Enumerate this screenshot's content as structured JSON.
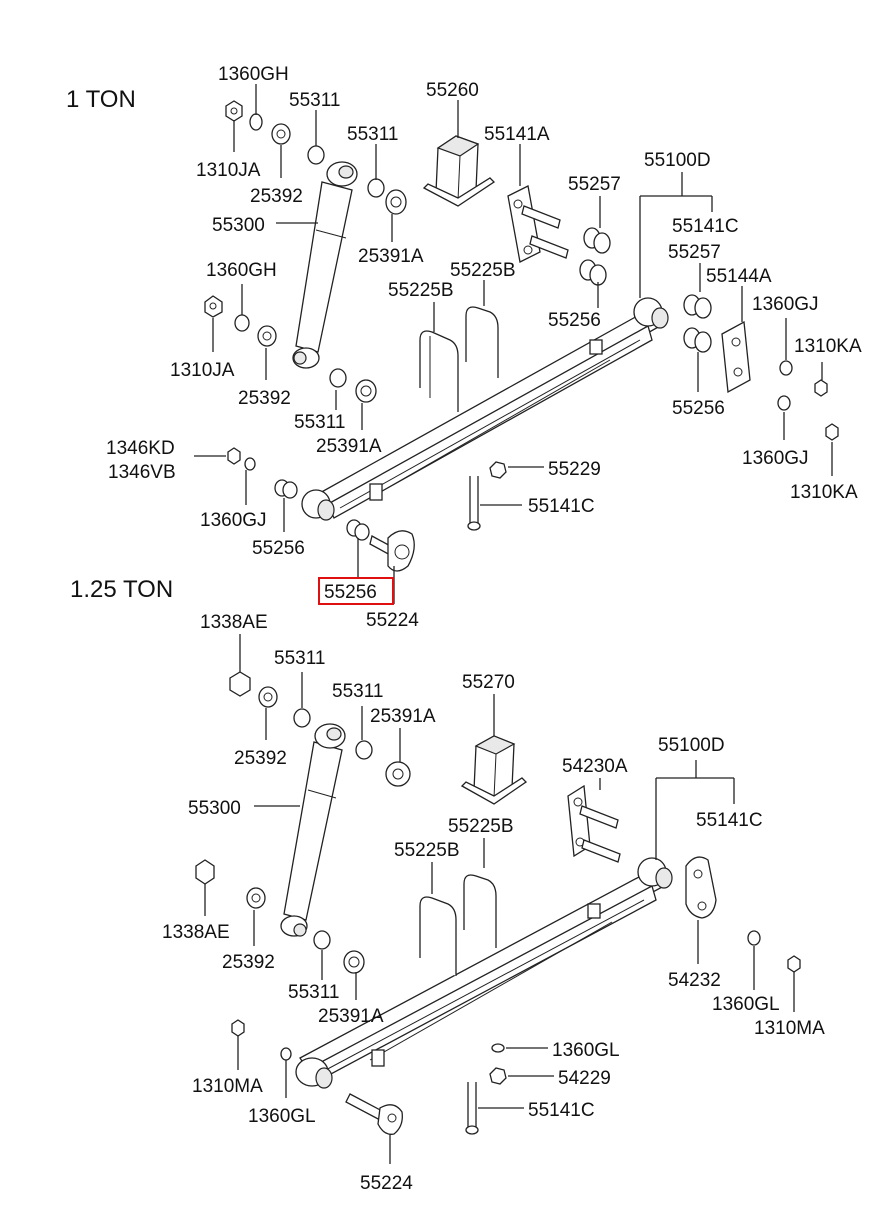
{
  "sections": {
    "top_title": "1 TON",
    "bottom_title": "1.25 TON"
  },
  "highlight_color": "#e01010",
  "highlighted_part": "55256",
  "labels": {
    "t_1360GH_a": "1360GH",
    "t_55311_a": "55311",
    "t_55260": "55260",
    "t_55311_b": "55311",
    "t_55141A": "55141A",
    "t_55100D": "55100D",
    "t_1310JA_a": "1310JA",
    "t_25392_a": "25392",
    "t_55257_a": "55257",
    "t_55300_a": "55300",
    "t_25391A_a": "25391A",
    "t_55141C_a": "55141C",
    "t_55257_b": "55257",
    "t_1360GH_b": "1360GH",
    "t_55225B_a": "55225B",
    "t_55144A": "55144A",
    "t_55225B_b": "55225B",
    "t_1360GJ_a": "1360GJ",
    "t_55256_a": "55256",
    "t_1310KA_a": "1310KA",
    "t_1310JA_b": "1310JA",
    "t_25392_b": "25392",
    "t_55311_c": "55311",
    "t_55256_b": "55256",
    "t_25391A_b": "25391A",
    "t_1346KD": "1346KD",
    "t_1346VB": "1346VB",
    "t_1360GJ_b": "1360GJ",
    "t_55229": "55229",
    "t_1310KA_b": "1310KA",
    "t_1360GJ_c": "1360GJ",
    "t_55141C_b": "55141C",
    "t_55256_c": "55256",
    "t_55256_hl": "55256",
    "t_55224_a": "55224",
    "t_1338AE_a": "1338AE",
    "t_55311_d": "55311",
    "t_55311_e": "55311",
    "t_55270": "55270",
    "t_25391A_c": "25391A",
    "t_25392_c": "25392",
    "t_55100D_b": "55100D",
    "t_54230A": "54230A",
    "t_55300_b": "55300",
    "t_55141C_c": "55141C",
    "t_55225B_c": "55225B",
    "t_55225B_d": "55225B",
    "t_1338AE_b": "1338AE",
    "t_25392_d": "25392",
    "t_54232": "54232",
    "t_55311_f": "55311",
    "t_1360GL_a": "1360GL",
    "t_25391A_d": "25391A",
    "t_1310MA_a": "1310MA",
    "t_1360GL_b": "1360GL",
    "t_54229": "54229",
    "t_1310MA_b": "1310MA",
    "t_1360GL_c": "1360GL",
    "t_55141C_d": "55141C",
    "t_55224_b": "55224"
  }
}
